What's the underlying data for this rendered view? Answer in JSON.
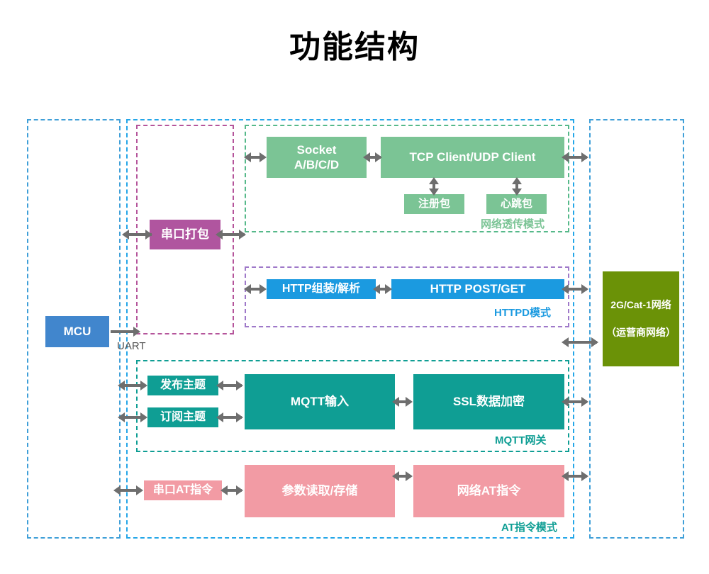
{
  "page": {
    "title": "功能结构"
  },
  "frames": {
    "outer_left": "mcu-zone",
    "outer_mid": "module-zone",
    "outer_right": "network-zone",
    "serial_zone": "serial-packing-zone",
    "socket_zone": "net-transparent-zone",
    "httpd_zone": "httpd-zone",
    "mqtt_zone": "mqtt-zone",
    "at_zone": "at-zone"
  },
  "boxes": {
    "mcu": "MCU",
    "serial_pack": "串口打包",
    "socket": "Socket\nA/B/C/D",
    "socket_line1": "Socket",
    "socket_line2": "A/B/C/D",
    "tcp_udp": "TCP Client/UDP Client",
    "register_pkt": "注册包",
    "heartbeat_pkt": "心跳包",
    "http_assemble": "HTTP组装/解析",
    "http_postget": "HTTP POST/GET",
    "publish_topic": "发布主题",
    "subscribe_topic": "订阅主题",
    "mqtt_input": "MQTT输入",
    "ssl_encrypt": "SSL数据加密",
    "at_serial": "串口AT指令",
    "at_param": "参数读取/存储",
    "at_network": "网络AT指令",
    "network_line1": "2G/Cat-1网络",
    "network_line2": "（运营商网络）"
  },
  "labels": {
    "uart": "UART",
    "net_transparent_mode": "网络透传模式",
    "httpd_mode": "HTTPD模式",
    "mqtt_gateway": "MQTT网关",
    "at_mode": "AT指令模式"
  },
  "colors": {
    "mcu_blue": "#4186cd",
    "serial_purple": "#b0559f",
    "socket_green": "#7bc495",
    "http_blue": "#1b9ae0",
    "mqtt_teal": "#0f9e94",
    "at_pink": "#f29ba4",
    "network_olive": "#6b9207",
    "frame_blue": "#23a6e8",
    "frame_violet": "#9f79c9",
    "arrow_gray": "#6e6e6e"
  }
}
